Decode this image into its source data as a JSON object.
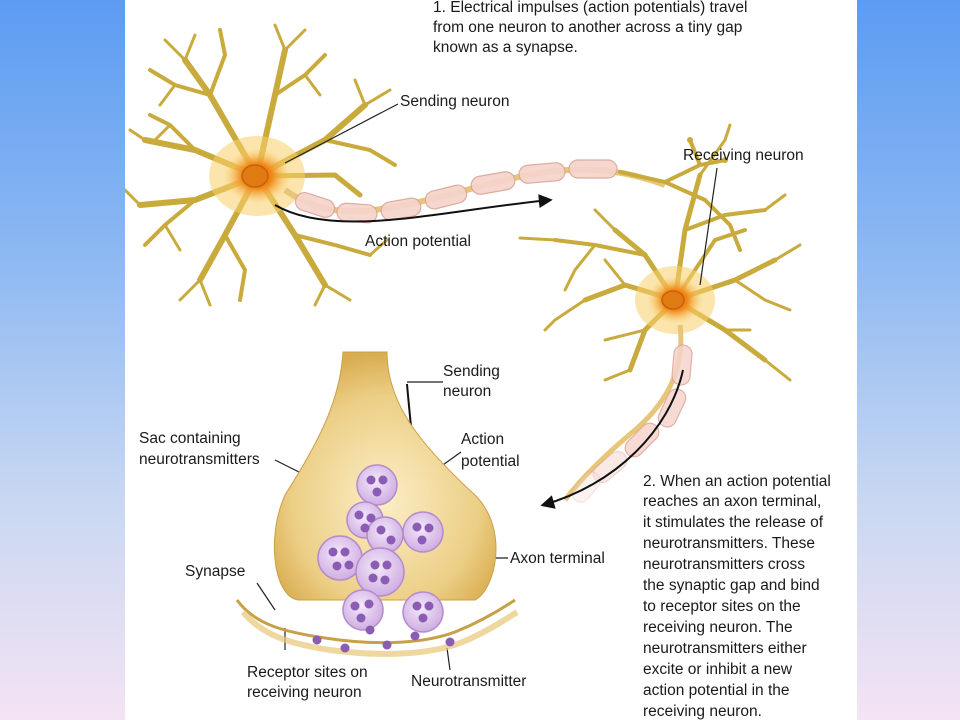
{
  "caption_top": [
    "1. Electrical impulses (action potentials) travel",
    "from one neuron to another across a tiny gap",
    "known as a synapse."
  ],
  "caption_bottom": [
    "2. When an action potential",
    "reaches an axon terminal,",
    "it stimulates the release of",
    "neurotransmitters.  These",
    "neurotransmitters cross",
    "the synaptic gap and bind",
    "to receptor sites on the",
    "receiving neuron.  The",
    "neurotransmitters either",
    "excite or inhibit a new",
    "action potential in the",
    "receiving neuron."
  ],
  "labels": {
    "sending_neuron": "Sending neuron",
    "receiving_neuron": "Receiving neuron",
    "action_potential": "Action potential",
    "sending_neuron_2": [
      "Sending",
      "neuron"
    ],
    "action_potential_2": [
      "Action",
      "potential"
    ],
    "sac": [
      "Sac containing",
      "neurotransmitters"
    ],
    "axon_terminal": "Axon terminal",
    "synapse": "Synapse",
    "receptor_sites": [
      "Receptor sites on",
      "receiving neuron"
    ],
    "neurotransmitter": "Neurotransmitter"
  },
  "colors": {
    "dendrite": "#c9aa3c",
    "soma_core": "#e06a0a",
    "soma_glow": "#f6b84a",
    "myelin": "#f6d4cc",
    "myelin_stroke": "#d9a598",
    "terminal": "#e8c678",
    "vesicle": "#dcc4ec",
    "neurotransmitter": "#8a5cb4"
  }
}
